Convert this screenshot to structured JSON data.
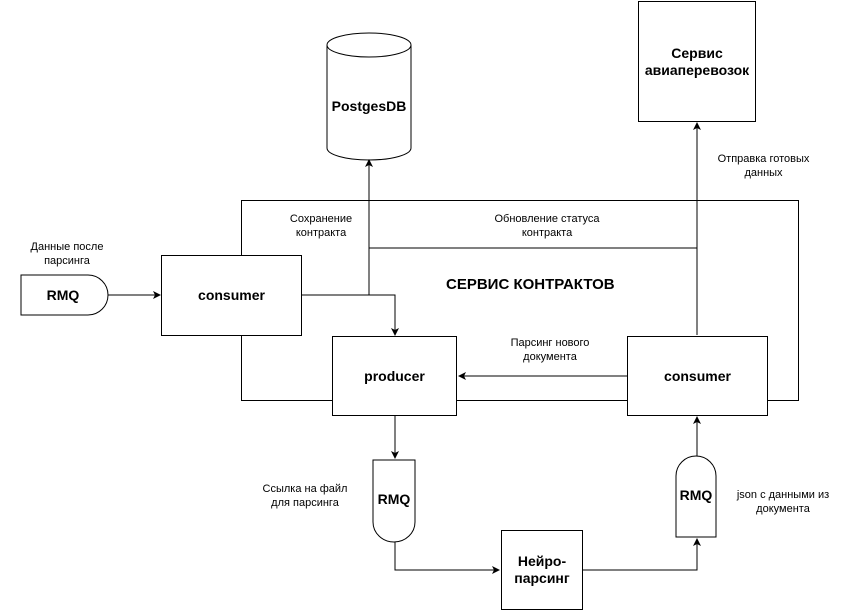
{
  "diagram": {
    "service_title": "СЕРВИС КОНТРАКТОВ",
    "nodes": {
      "db": "PostgesDB",
      "airline": "Сервис авиаперевозок",
      "consumer_left": "consumer",
      "producer": "producer",
      "consumer_right": "consumer",
      "rmq_input": "RMQ",
      "rmq_middle": "RMQ",
      "rmq_right": "RMQ",
      "neuro": "Нейро-парсинг"
    },
    "labels": {
      "input_data": [
        "Данные после",
        "парсинга"
      ],
      "save_contract": [
        "Сохранение",
        "контракта"
      ],
      "update_status": [
        "Обновление статуса",
        "контракта"
      ],
      "send_ready": [
        "Отправка готовых",
        "данных"
      ],
      "parse_new": [
        "Парсинг нового",
        "документа"
      ],
      "file_link": [
        "Ссылка на файл",
        "для парсинга"
      ],
      "json_data": [
        "json с данными из",
        "документа"
      ]
    }
  }
}
